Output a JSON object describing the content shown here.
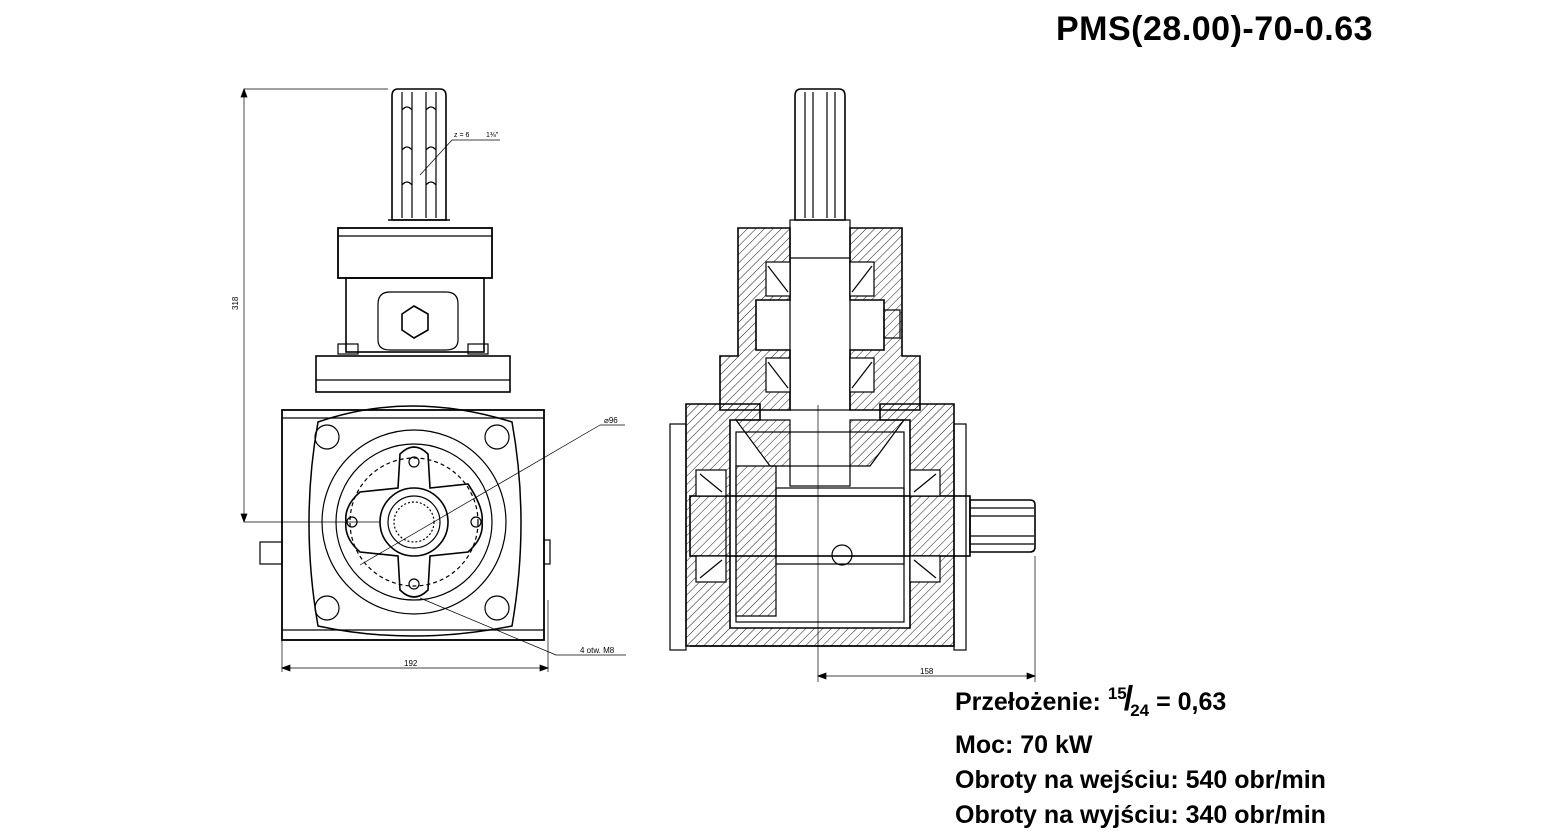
{
  "title": "PMS(28.00)-70-0.63",
  "dimensions": {
    "height": "318",
    "width_front": "192",
    "width_side": "158",
    "flange_diameter": "⌀96",
    "spline_teeth": "z = 6",
    "spline_size": "1⅜\"",
    "holes": "4 otw. M8"
  },
  "specs": {
    "ratio_label": "Przełożenie:",
    "ratio_num": "15",
    "ratio_den": "24",
    "ratio_value": "= 0,63",
    "power": "Moc: 70 kW",
    "input_speed": "Obroty na wejściu: 540 obr/min",
    "output_speed": "Obroty na wyjściu: 340 obr/min"
  }
}
